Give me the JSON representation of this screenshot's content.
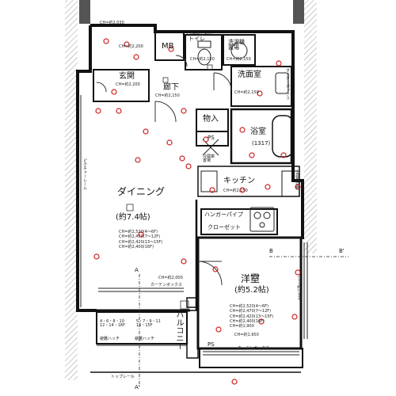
{
  "rooms": {
    "mb": "MB",
    "toilet": "トイレ",
    "laundry": "洗濯機\n置場",
    "genkan": "玄関",
    "washroom": "洗面室",
    "corridor": "廊下",
    "storage": "物入",
    "ps_upper": "PS",
    "bathroom": "浴室",
    "bath_size": "(1317)",
    "fridge": "冷蔵庫\n置場",
    "kitchen": "キッチン",
    "dining": "ダイニング",
    "dining_size": "(約7.4帖)",
    "hanger": "ハンガーパイプ",
    "closet": "クローゼット",
    "western": "洋室",
    "western_size": "(約5.2帖)",
    "ps_lower": "PS",
    "balcony": "バルコニー",
    "curtain1": "カーテンボックス",
    "curtain2": "カーテンボックス",
    "hatch1": "避難ハッチ",
    "hatch2": "避難ハッチ",
    "partition_rail": "ピクチャーレール",
    "dressing": "ダスターボックス",
    "upper_shelf": "上部吊戸棚",
    "top_rail": "トップレール",
    "marker_a": "A",
    "marker_a2": "A'",
    "marker_b": "B",
    "marker_b2": "B'",
    "floors_a": "4・6・8・10\n12・14・16F",
    "floors_b": "5・7・9・11\n13・15F"
  },
  "ceilings": {
    "c1": "CH=約2,030",
    "c2": "CH=約2,200",
    "c3": "CH=約1,900",
    "c4": "CH=約2,150",
    "c5": "CH=約2,150",
    "c6": "CH=約2,200",
    "c7": "CH=約2,150",
    "c8": "CH=約2,150",
    "c9": "CH=約2,150",
    "c10": "CH=約1,950",
    "c11": "CH=約2,000",
    "c12": "CH=約1,900",
    "dining": [
      "CH=約2,520(4〜6F)",
      "CH=約2,470(7〜12F)",
      "CH=約2,420(13〜15F)",
      "CH=約2,400(16F)"
    ],
    "western": [
      "CH=約2,520(4〜6F)",
      "CH=約2,470(7〜12F)",
      "CH=約2,420(13〜15F)",
      "CH=約2,400(16F)",
      "CH=約1,900"
    ]
  }
}
